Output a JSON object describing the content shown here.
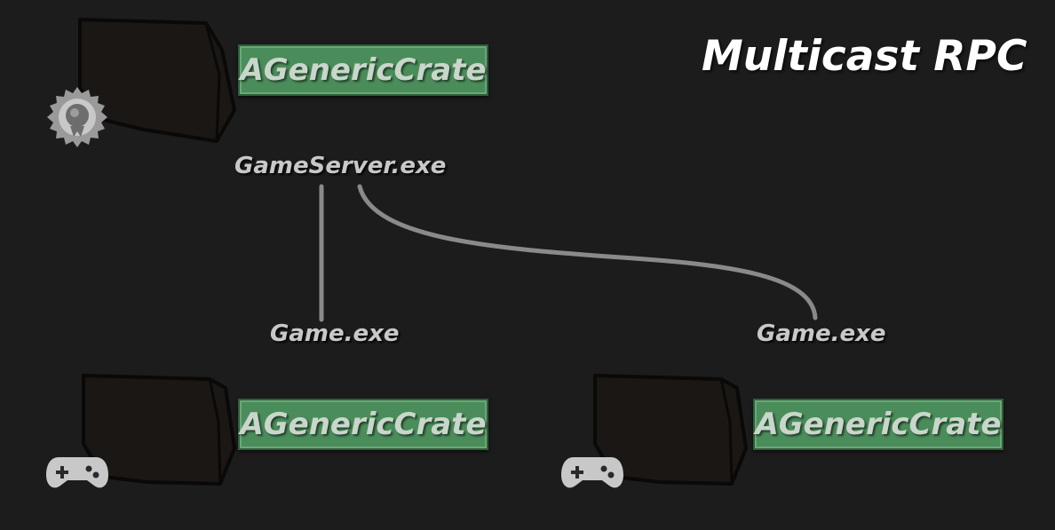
{
  "title": "Multicast RPC",
  "server": {
    "label": "GameServer.exe",
    "actor_label": "AGenericCrate",
    "icon": "server-gear-icon"
  },
  "clients": [
    {
      "label": "Game.exe",
      "actor_label": "AGenericCrate",
      "icon": "gamepad-icon"
    },
    {
      "label": "Game.exe",
      "actor_label": "AGenericCrate",
      "icon": "gamepad-icon"
    }
  ],
  "colors": {
    "background": "#1c1c1c",
    "badge_fill": "#4a8d5a",
    "badge_text": "#c9d6cb",
    "connector": "#8a8a8a",
    "label_text": "#c8c8c8"
  }
}
